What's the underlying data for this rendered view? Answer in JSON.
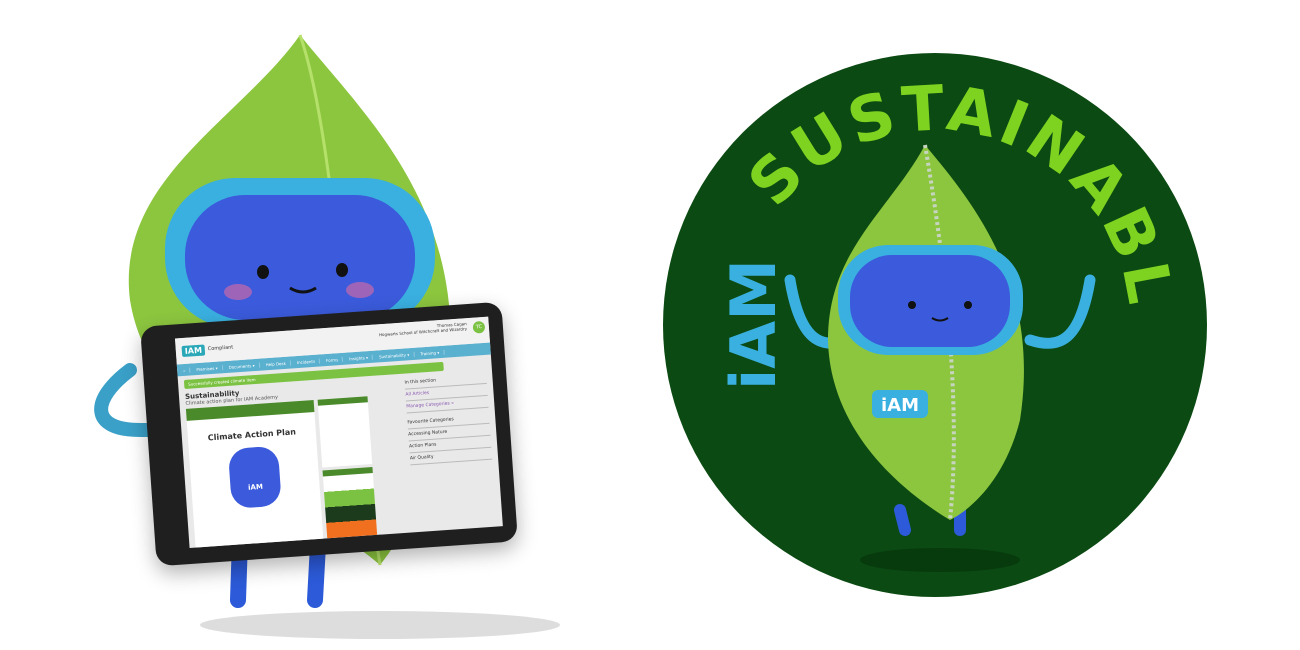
{
  "badge": {
    "text_top": "SUSTAINABLE",
    "text_left": "iAM",
    "chest_badge": "iAM",
    "circle_color": "#0b4a12",
    "text_color": "#7ed321",
    "accent_blue": "#3ab0e0"
  },
  "tablet": {
    "logo": "IAM",
    "logo_sub": "Compliant",
    "user_name": "Thomas Cagan",
    "user_org": "Hogwarts School of Witchcraft and Wizardry",
    "user_initials": "TC",
    "nav": [
      "Premises ▾",
      "Documents ▾",
      "Help Desk",
      "Incidents",
      "Forms",
      "Insights ▾",
      "Sustainability ▾",
      "Training ▾"
    ],
    "alert": "Successfully created climate item",
    "title": "Sustainability",
    "subtitle": "Climate action plan for IAM Academy",
    "poster_title": "Climate Action Plan",
    "poster_badge": "iAM",
    "side_heading": "In this section",
    "side_links": [
      "All Articles",
      "Manage Categories »"
    ],
    "fav_heading": "Favourite Categories",
    "fav_items": [
      "Accessing Nature",
      "Action Plans",
      "Air Quality"
    ]
  }
}
